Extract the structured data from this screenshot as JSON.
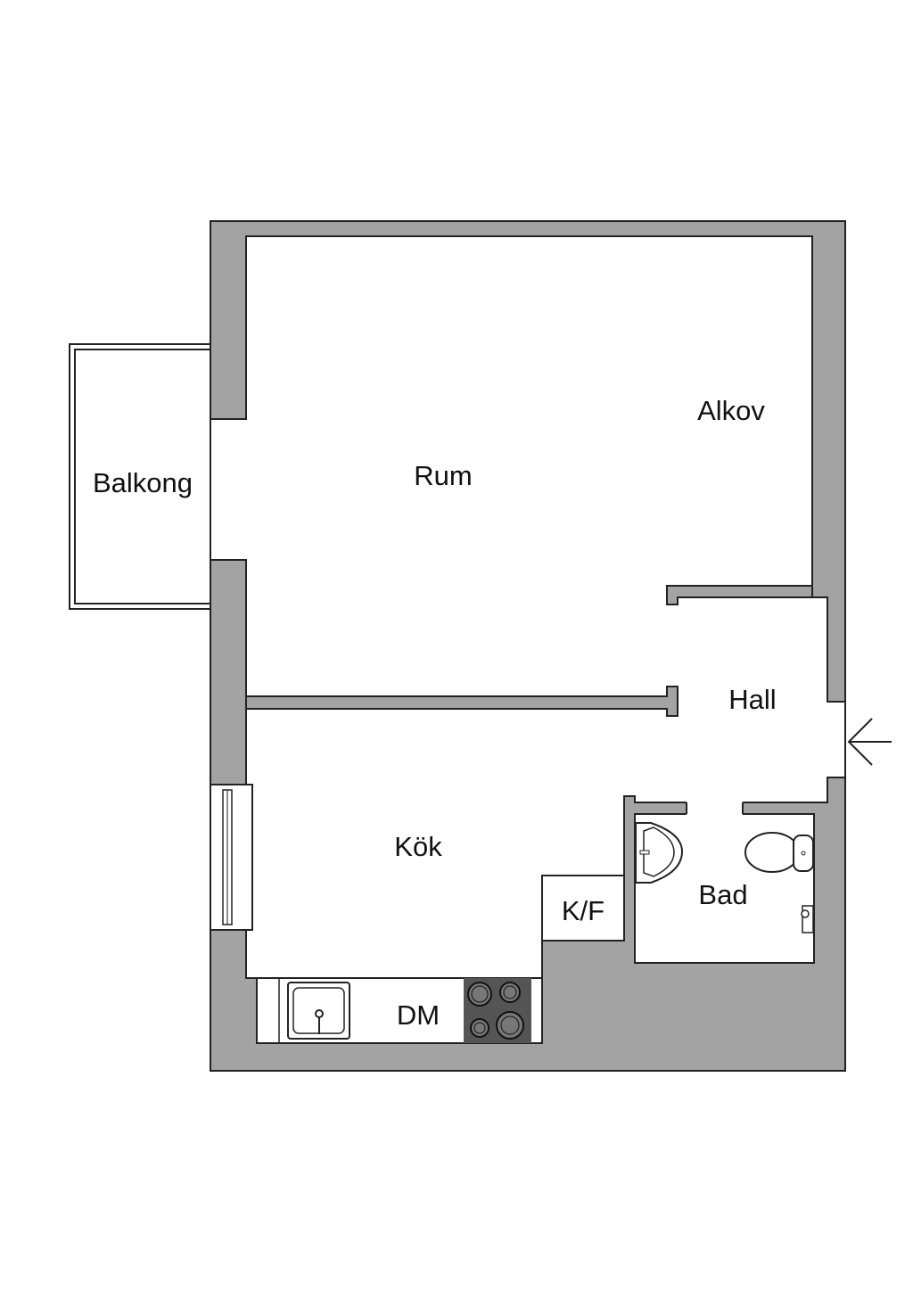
{
  "rooms": {
    "balcony": "Balkong",
    "living_room": "Rum",
    "alcove": "Alkov",
    "hall": "Hall",
    "kitchen": "Kök",
    "fridge_freezer": "K/F",
    "bathroom": "Bad",
    "dishwasher": "DM"
  },
  "colors": {
    "wall": "#a3a3a3",
    "outline": "#222222",
    "cooktop": "#555555"
  }
}
